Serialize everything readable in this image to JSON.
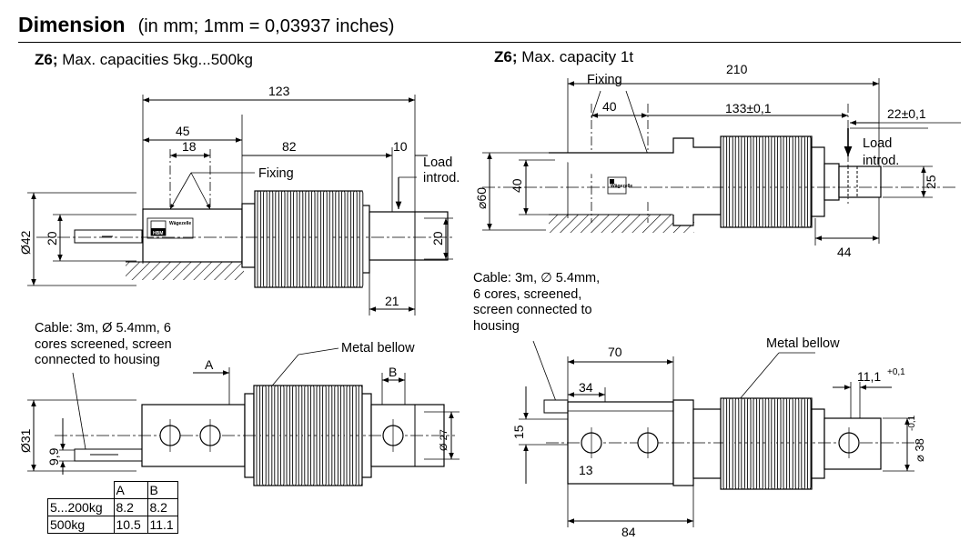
{
  "heading": {
    "title": "Dimension",
    "subtitle": "(in mm; 1mm = 0,03937 inches)"
  },
  "left_panel": {
    "model": "Z6;",
    "title": "Max. capacities 5kg...500kg",
    "dims": {
      "overall": "123",
      "d45": "45",
      "d18": "18",
      "d82": "82",
      "d10": "10",
      "d21": "21",
      "dia42": "Ø42",
      "h20_left": "20",
      "h20_right": "20",
      "dia31": "Ø31",
      "d9_9": "9,9",
      "dia27": "Ø 27",
      "A": "A",
      "B": "B"
    },
    "labels": {
      "fixing": "Fixing",
      "load_line1": "Load",
      "load_line2": "introd.",
      "cable": "Cable: 3m, Ø 5.4mm, 6\ncores screened, screen\nconnected to housing",
      "metal_bellow": "Metal bellow"
    },
    "plate": {
      "brand": "Wägezelle",
      "logo": "HBM"
    },
    "table": {
      "headers": [
        "A",
        "B"
      ],
      "rows": [
        {
          "label": "5...200kg",
          "a": "8.2",
          "b": "8.2"
        },
        {
          "label": "500kg",
          "a": "10.5",
          "b": "11.1"
        }
      ]
    }
  },
  "right_panel": {
    "model": "Z6;",
    "title": "Max. capacity 1t",
    "dims": {
      "overall": "210",
      "d40": "40",
      "d133": "133±0,1",
      "d22": "22±0,1",
      "dia60": "⌀60",
      "h40": "40",
      "h25": "25",
      "d44": "44",
      "d70": "70",
      "d34": "34",
      "d15": "15",
      "d13": "13",
      "d84": "84",
      "d11_1": "11,1",
      "d11_1_tol": "+0,1",
      "dia38": "⌀ 38",
      "dia38_tol": "-0,1"
    },
    "labels": {
      "fixing": "Fixing",
      "load_line1": "Load",
      "load_line2": "introd.",
      "cable": "Cable: 3m, ∅ 5.4mm,\n6 cores, screened,\nscreen connected to\nhousing",
      "metal_bellow": "Metal bellow"
    },
    "plate": {
      "brand": "Wägezelle",
      "logo": "HBM"
    }
  }
}
